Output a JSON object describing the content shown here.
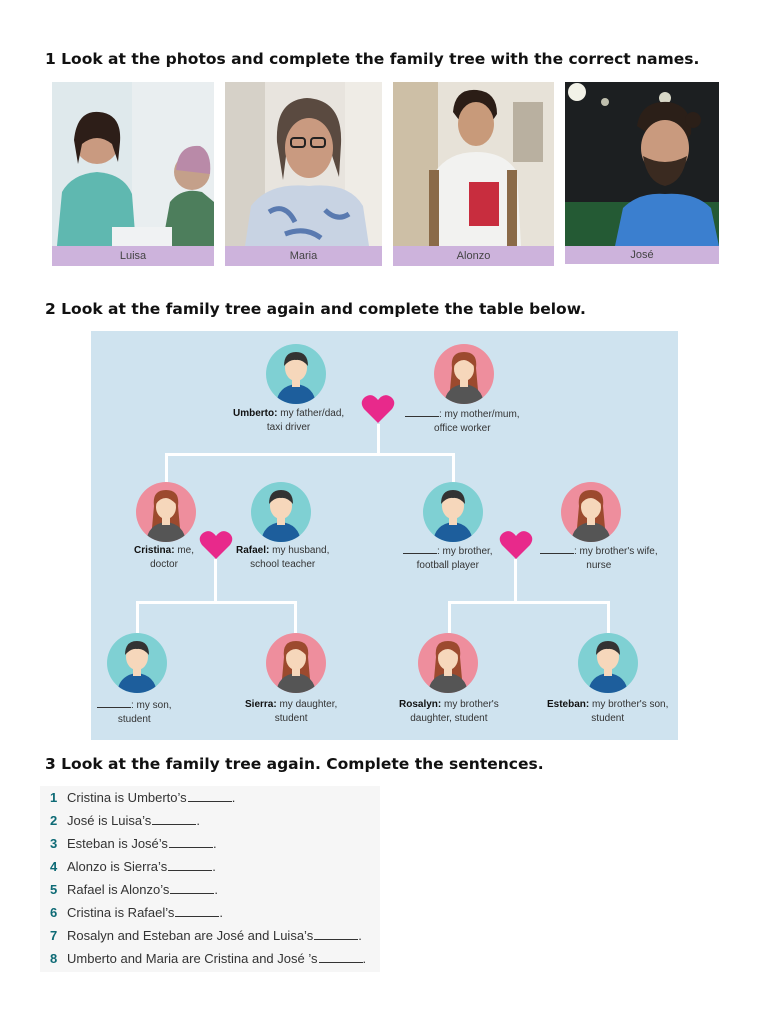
{
  "section1": {
    "heading": "1 Look at the photos and complete the family tree with the correct names.",
    "photos": [
      {
        "caption": "Luisa"
      },
      {
        "caption": "Maria"
      },
      {
        "caption": "Alonzo"
      },
      {
        "caption": "José"
      }
    ]
  },
  "section2": {
    "heading": "2 Look at the family tree again and complete the table below.",
    "tree": {
      "umberto_name": "Umberto:",
      "umberto_desc1": "my father/dad,",
      "umberto_desc2": "taxi driver",
      "mother_desc1": ": my mother/mum,",
      "mother_desc2": "office worker",
      "cristina_name": "Cristina:",
      "cristina_desc1": "me,",
      "cristina_desc2": "doctor",
      "rafael_name": "Rafael:",
      "rafael_desc1": "my husband,",
      "rafael_desc2": "school teacher",
      "brother_desc1": ": my brother,",
      "brother_desc2": "football player",
      "wife_desc1": ": my brother's wife,",
      "wife_desc2": "nurse",
      "son_desc1": ": my son,",
      "son_desc2": "student",
      "sierra_name": "Sierra:",
      "sierra_desc1": "my daughter,",
      "sierra_desc2": "student",
      "rosalyn_name": "Rosalyn:",
      "rosalyn_desc1": "my brother's",
      "rosalyn_desc2": "daughter, student",
      "esteban_name": "Esteban:",
      "esteban_desc1": "my brother's son,",
      "esteban_desc2": "student"
    }
  },
  "section3": {
    "heading": "3 Look at the family tree again. Complete the sentences.",
    "sentences": [
      {
        "num": "1",
        "text": "Cristina is Umberto’s",
        "end": "."
      },
      {
        "num": "2",
        "text": "José is Luisa’s",
        "end": "."
      },
      {
        "num": "3",
        "text": "Esteban is José’s",
        "end": "."
      },
      {
        "num": "4",
        "text": "Alonzo is Sierra’s",
        "end": "."
      },
      {
        "num": "5",
        "text": "Rafael is Alonzo’s",
        "end": "."
      },
      {
        "num": "6",
        "text": "Cristina is Rafael’s",
        "end": "."
      },
      {
        "num": "7",
        "text": "Rosalyn and Esteban are José and Luisa’s",
        "end": "."
      },
      {
        "num": "8",
        "text": "Umberto and Maria are Cristina and José ’s",
        "end": "."
      }
    ]
  },
  "colors": {
    "caption_bg": "#cdb3dc",
    "tree_bg": "#cfe3ef",
    "male_avatar": "#7fd0d3",
    "female_avatar": "#ee8e9d",
    "heart": "#e8298b",
    "number": "#0d6a75"
  }
}
